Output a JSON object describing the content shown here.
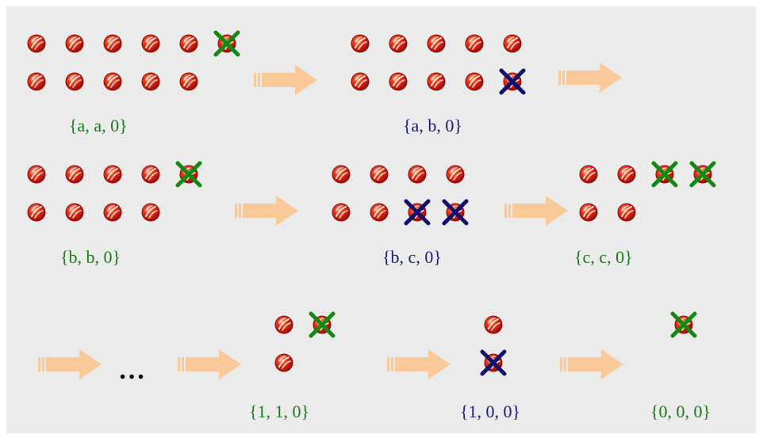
{
  "colors": {
    "background": "#ebebeb",
    "label_green": "#1a7a1a",
    "label_blue": "#1a1a7a",
    "cross_green": "#128a12",
    "cross_blue": "#10106e",
    "arrow": "#f9c999",
    "ball": "#d81f0e"
  },
  "icons": {
    "ball": "red-ball-icon",
    "cross_green": "green-x-mark-icon",
    "cross_blue": "blue-x-mark-icon",
    "arrow": "striped-right-arrow-icon"
  },
  "states": [
    {
      "label": "{a, a, 0}",
      "label_color": "green"
    },
    {
      "label": "{a, b, 0}",
      "label_color": "blue"
    },
    {
      "label": "{b, b, 0}",
      "label_color": "green"
    },
    {
      "label": "{b, c, 0}",
      "label_color": "blue"
    },
    {
      "label": "{c, c, 0}",
      "label_color": "green"
    },
    {
      "label": "{1, 1, 0}",
      "label_color": "green"
    },
    {
      "label": "{1, 0, 0}",
      "label_color": "blue"
    },
    {
      "label": "{0, 0, 0}",
      "label_color": "green"
    }
  ],
  "ellipsis": "…"
}
